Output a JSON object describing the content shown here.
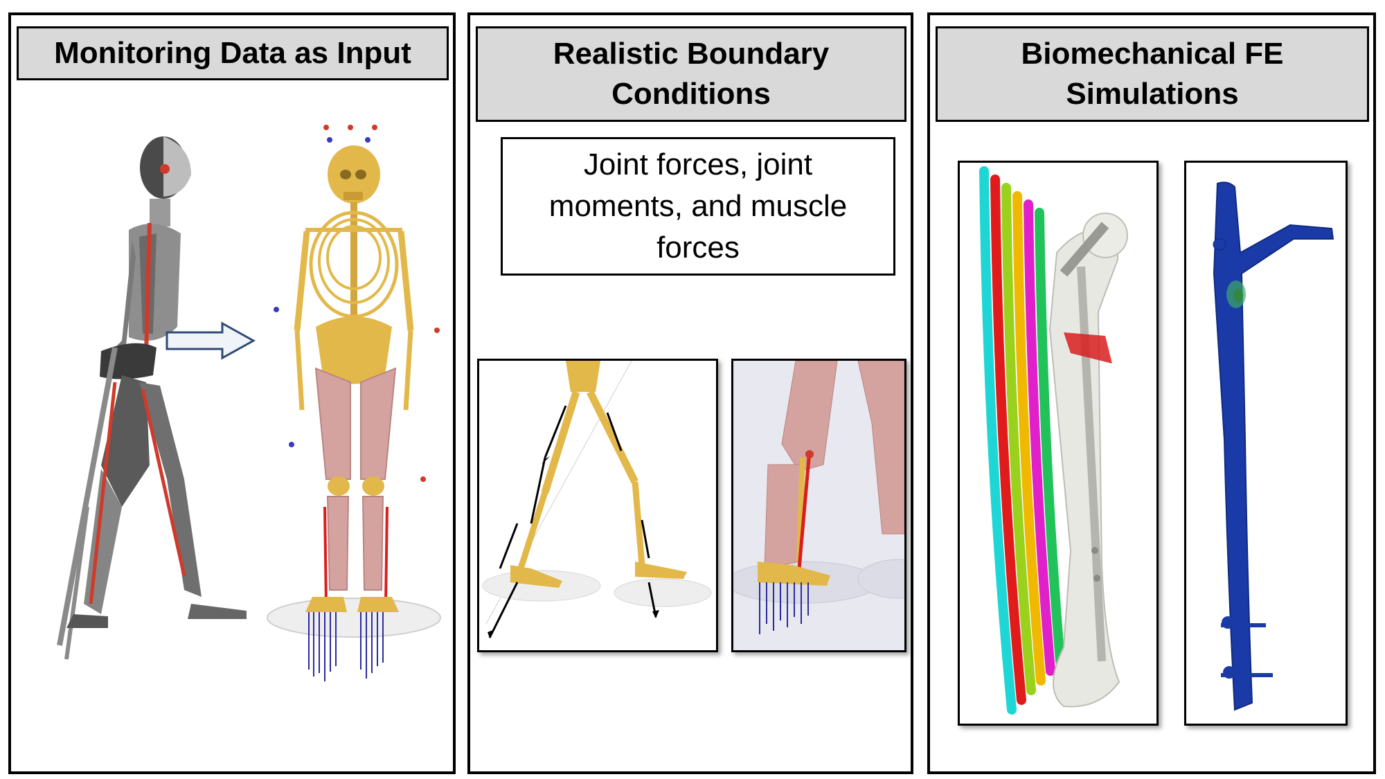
{
  "panels": [
    {
      "title": "Monitoring Data as Input"
    },
    {
      "title_line1": "Realistic Boundary",
      "title_line2": "Conditions",
      "box_line1": "Joint forces, joint",
      "box_line2": "moments, and muscle",
      "box_line3": "forces"
    },
    {
      "title_line1": "Biomechanical FE",
      "title_line2": "Simulations"
    }
  ],
  "colors": {
    "header_bg": "#d9d9d9",
    "bone": "#e3b84a",
    "muscle": "#d4a3a0",
    "force_red": "#d81e1e",
    "grf_blue": "#2a2aa0",
    "arrow": "#2f4a75",
    "fe_blue": "#1a3aa8",
    "rods": [
      "#1fd6d6",
      "#e01b1b",
      "#9ad11d",
      "#f0b800",
      "#e020c8",
      "#22c25a"
    ]
  }
}
